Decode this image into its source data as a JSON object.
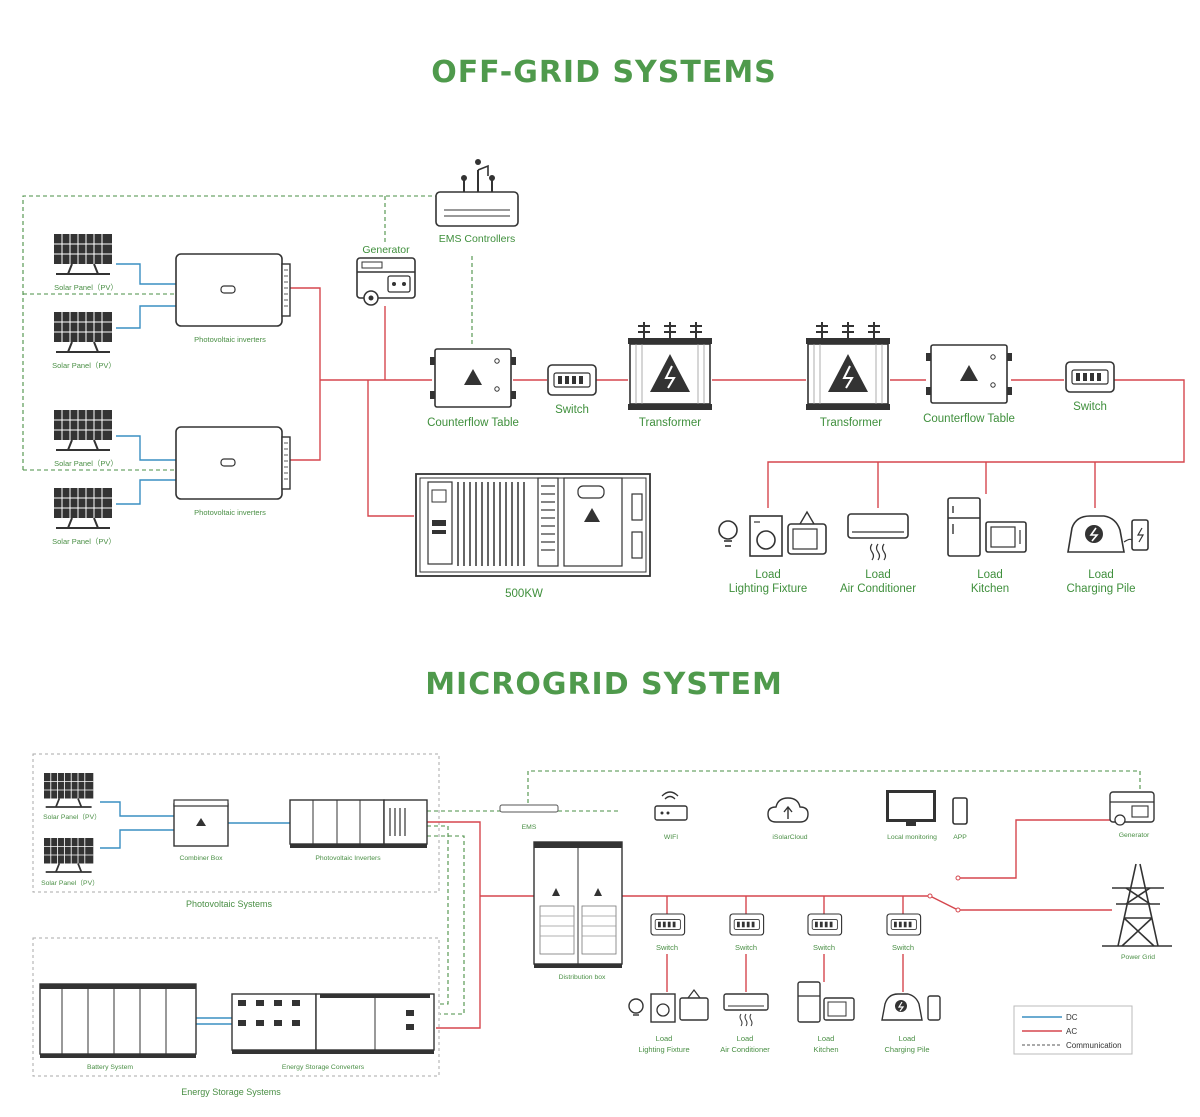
{
  "offgrid": {
    "title": "OFF-GRID SYSTEMS",
    "solar_panel_1": "Solar Panel（PV）",
    "solar_panel_2": "Solar Panel（PV）",
    "solar_panel_3": "Solar Panel（PV）",
    "solar_panel_4": "Solar Panel（PV）",
    "inverter_1": "Photovoltaic inverters",
    "inverter_2": "Photovoltaic inverters",
    "generator": "Generator",
    "ems": "EMS Controllers",
    "counterflow_1": "Counterflow Table",
    "switch_1": "Switch",
    "transformer_1": "Transformer",
    "transformer_2": "Transformer",
    "counterflow_2": "Counterflow Table",
    "switch_2": "Switch",
    "storage": "500KW",
    "loads": [
      {
        "line1": "Load",
        "line2": "Lighting Fixture"
      },
      {
        "line1": "Load",
        "line2": "Air Conditioner"
      },
      {
        "line1": "Load",
        "line2": "Kitchen"
      },
      {
        "line1": "Load",
        "line2": "Charging Pile"
      }
    ]
  },
  "microgrid": {
    "title": "MICROGRID SYSTEM",
    "solar_panel_1": "Solar Panel（PV）",
    "solar_panel_2": "Solar Panel（PV）",
    "combiner_box": "Combiner Box",
    "pv_inverters": "Photovoltaic Inverters",
    "pv_systems": "Photovoltaic Systems",
    "battery_system": "Battery System",
    "converters": "Energy Storage Converters",
    "ess": "Energy Storage Systems",
    "ems": "EMS",
    "wifi": "WIFI",
    "cloud": "iSolarCloud",
    "monitoring": "Local monitoring",
    "app": "APP",
    "generator": "Generator",
    "distribution_box": "Distribution box",
    "power_grid": "Power Grid",
    "switches": [
      "Switch",
      "Switch",
      "Switch",
      "Switch"
    ],
    "loads": [
      {
        "line1": "Load",
        "line2": "Lighting Fixture"
      },
      {
        "line1": "Load",
        "line2": "Air Conditioner"
      },
      {
        "line1": "Load",
        "line2": "Kitchen"
      },
      {
        "line1": "Load",
        "line2": "Charging Pile"
      }
    ],
    "legend": {
      "dc": "DC",
      "ac": "AC",
      "comm": "Communication"
    }
  },
  "colors": {
    "accent": "#4f9a4c",
    "ac_line": "#d5474e",
    "dc_line": "#3a8fc2",
    "comm_line": "#4a8f45"
  }
}
